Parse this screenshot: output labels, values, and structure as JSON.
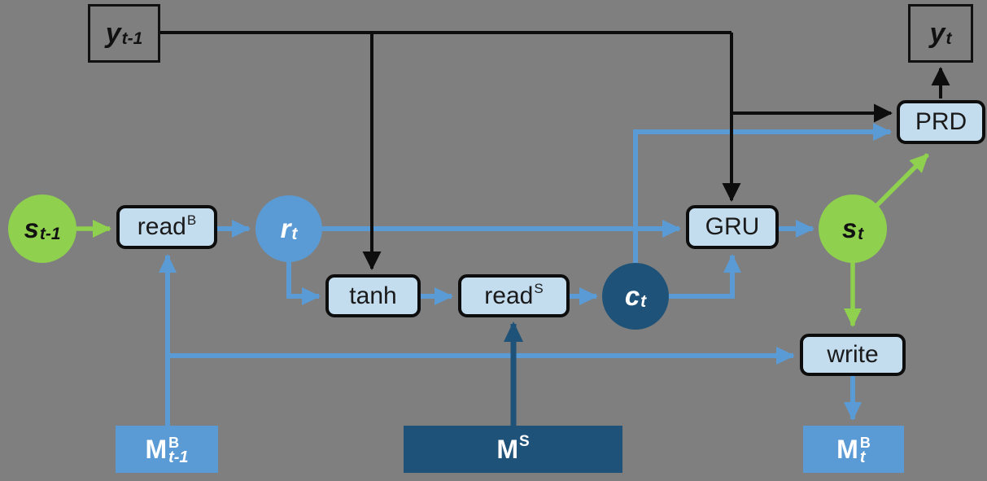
{
  "diagram": {
    "title": "memory-augmented GRU sequence model",
    "background_color": "#7f7f7f",
    "colors": {
      "light_box_fill": "#c3dcee",
      "medium_blue": "#5b9bd5",
      "dark_blue": "#1f5278",
      "green": "#8fd04e",
      "black_line": "#0d0d0d"
    },
    "nodes": {
      "y_prev": {
        "base": "y",
        "sub": "t-1"
      },
      "y_curr": {
        "base": "y",
        "sub": "t"
      },
      "s_prev": {
        "base": "s",
        "sub": "t-1"
      },
      "read_b": {
        "base": "read",
        "sup": "B"
      },
      "r_t": {
        "base": "r",
        "sub": "t"
      },
      "tanh": {
        "label": "tanh"
      },
      "read_s": {
        "base": "read",
        "sup": "S"
      },
      "c_t": {
        "base": "c",
        "sub": "t"
      },
      "gru": {
        "label": "GRU"
      },
      "s_t": {
        "base": "s",
        "sub": "t"
      },
      "prd": {
        "label": "PRD"
      },
      "write": {
        "label": "write"
      },
      "m_b_prev": {
        "base": "M",
        "sup": "B",
        "sub": "t-1"
      },
      "m_s": {
        "base": "M",
        "sup": "S"
      },
      "m_b_t": {
        "base": "M",
        "sup": "B",
        "sub": "t"
      }
    }
  }
}
